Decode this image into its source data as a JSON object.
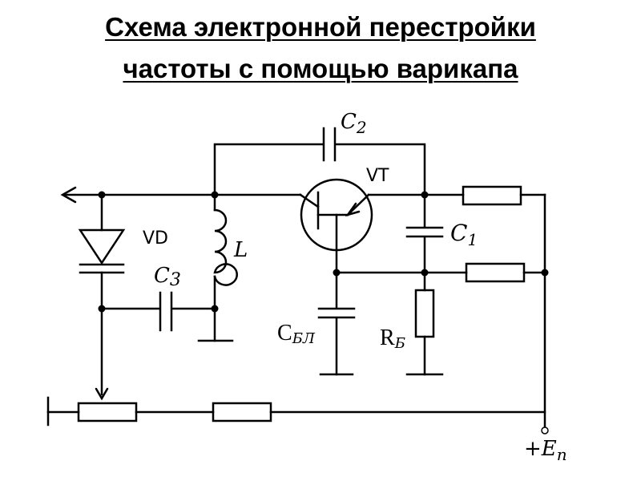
{
  "title": {
    "line1": "Схема электронной перестройки",
    "line2": "частоты с помощью варикапа"
  },
  "labels": {
    "c2_main": "C",
    "c2_sub": "2",
    "vt": "VT",
    "vd": "VD",
    "l": "L",
    "c3_main": "C",
    "c3_sub": "3",
    "c1_main": "C",
    "c1_sub": "1",
    "cbl_main": "C",
    "cbl_sub": "БЛ",
    "rb_main": "R",
    "rb_sub": "Б",
    "en_main": "+E",
    "en_sub": "n"
  },
  "colors": {
    "wire": "#000000",
    "background": "#ffffff"
  }
}
